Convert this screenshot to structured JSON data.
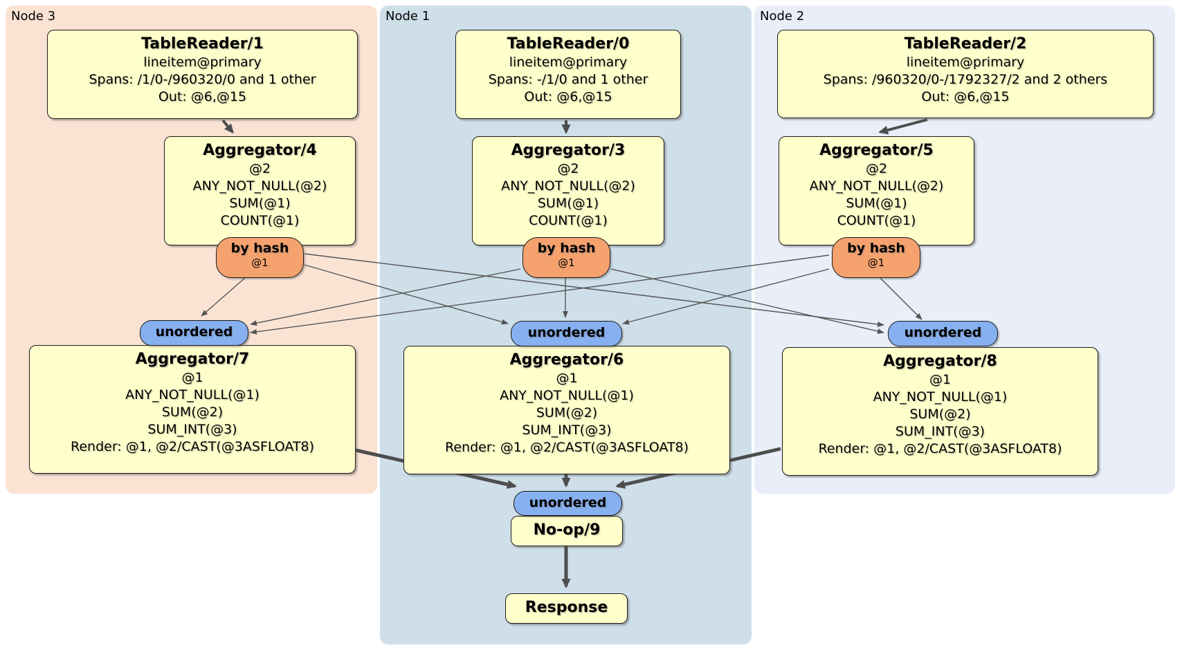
{
  "regions": {
    "node3": {
      "label": "Node 3"
    },
    "node1": {
      "label": "Node 1"
    },
    "node2": {
      "label": "Node 2"
    }
  },
  "boxes": {
    "tablereader1": {
      "title": "TableReader/1",
      "lines": [
        "lineitem@primary",
        "Spans: /1/0-/960320/0 and 1 other",
        "Out: @6,@15"
      ]
    },
    "tablereader0": {
      "title": "TableReader/0",
      "lines": [
        "lineitem@primary",
        "Spans: -/1/0 and 1 other",
        "Out: @6,@15"
      ]
    },
    "tablereader2": {
      "title": "TableReader/2",
      "lines": [
        "lineitem@primary",
        "Spans: /960320/0-/1792327/2 and 2 others",
        "Out: @6,@15"
      ]
    },
    "aggregator4": {
      "title": "Aggregator/4",
      "lines": [
        "@2",
        "ANY_NOT_NULL(@2)",
        "SUM(@1)",
        "COUNT(@1)"
      ]
    },
    "aggregator3": {
      "title": "Aggregator/3",
      "lines": [
        "@2",
        "ANY_NOT_NULL(@2)",
        "SUM(@1)",
        "COUNT(@1)"
      ]
    },
    "aggregator5": {
      "title": "Aggregator/5",
      "lines": [
        "@2",
        "ANY_NOT_NULL(@2)",
        "SUM(@1)",
        "COUNT(@1)"
      ]
    },
    "aggregator7": {
      "title": "Aggregator/7",
      "lines": [
        "@1",
        "ANY_NOT_NULL(@1)",
        "SUM(@2)",
        "SUM_INT(@3)",
        "Render: @1, @2/CAST(@3ASFLOAT8)"
      ]
    },
    "aggregator6": {
      "title": "Aggregator/6",
      "lines": [
        "@1",
        "ANY_NOT_NULL(@1)",
        "SUM(@2)",
        "SUM_INT(@3)",
        "Render: @1, @2/CAST(@3ASFLOAT8)"
      ]
    },
    "aggregator8": {
      "title": "Aggregator/8",
      "lines": [
        "@1",
        "ANY_NOT_NULL(@1)",
        "SUM(@2)",
        "SUM_INT(@3)",
        "Render: @1, @2/CAST(@3ASFLOAT8)"
      ]
    },
    "noop9": {
      "title": "No-op/9"
    },
    "response": {
      "title": "Response"
    }
  },
  "routers": {
    "node3": {
      "label": "by hash",
      "column": "@1"
    },
    "node1": {
      "label": "by hash",
      "column": "@1"
    },
    "node2": {
      "label": "by hash",
      "column": "@1"
    }
  },
  "syncs": {
    "node3": {
      "label": "unordered"
    },
    "node1": {
      "label": "unordered"
    },
    "node2": {
      "label": "unordered"
    },
    "final": {
      "label": "unordered"
    }
  },
  "colors": {
    "node3_bg": "#fbe3d4",
    "node1_bg": "#cfdfe9",
    "node2_bg": "#e9eef8",
    "operator_bg": "#ffffcc",
    "router_bg": "#f5a26f",
    "sync_bg": "#86b0f0",
    "edge": "#555555"
  }
}
